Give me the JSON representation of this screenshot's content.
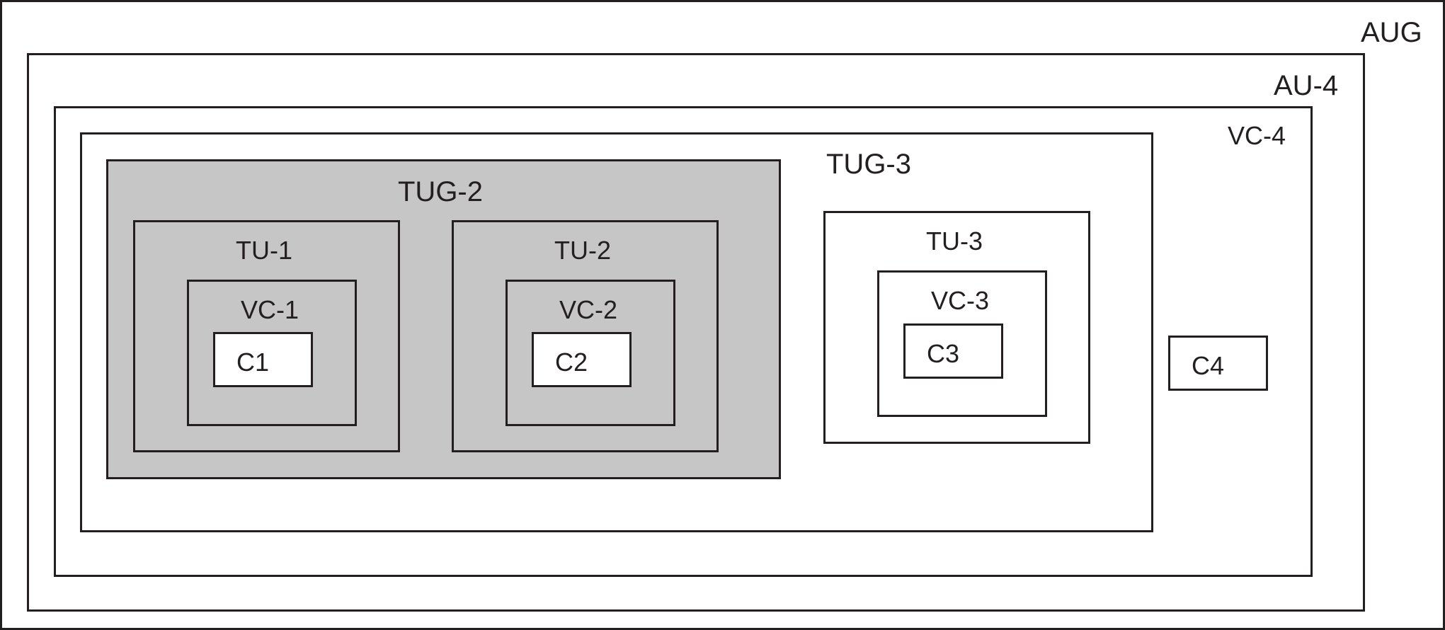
{
  "colors": {
    "line": "#231f20",
    "shaded_fill": "#c6c6c6",
    "background": "#ffffff"
  },
  "labels": {
    "aug": "AUG",
    "au4": "AU-4",
    "vc4": "VC-4",
    "tug3": "TUG-3",
    "tug2": "TUG-2",
    "tu1": "TU-1",
    "vc1": "VC-1",
    "c1": "C1",
    "tu2": "TU-2",
    "vc2": "VC-2",
    "c2": "C2",
    "tu3": "TU-3",
    "vc3": "VC-3",
    "c3": "C3",
    "c4": "C4"
  }
}
